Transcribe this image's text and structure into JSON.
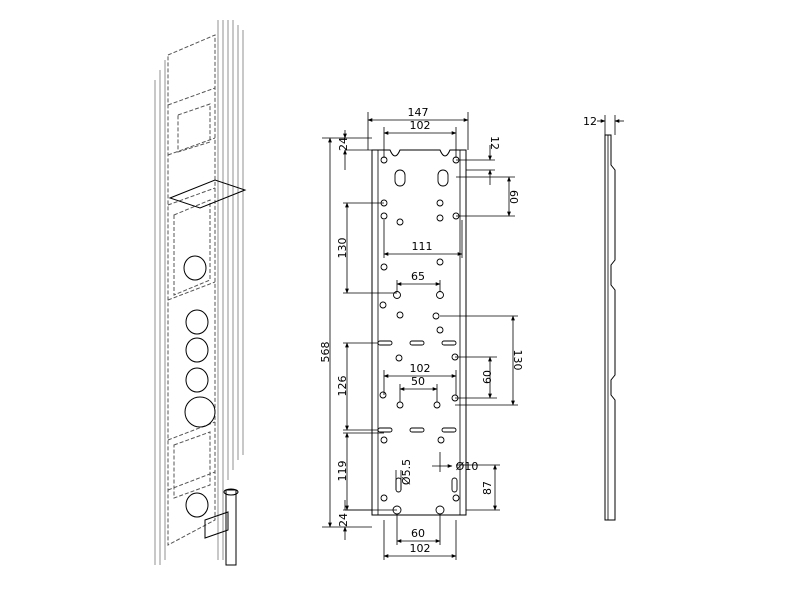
{
  "dimensions": {
    "plate_width": "147",
    "top_hole_span": "102",
    "top_offset_right": "12",
    "top_offset_left": "24",
    "right_spacing_upper": "60",
    "upper_block_height": "130",
    "upper_inner_span": "111",
    "upper_small_span": "65",
    "total_height": "568",
    "lower_block_height": "126",
    "mid_right_spacing": "60",
    "mid_right_block": "130",
    "mid_span": "102",
    "mid_small_span": "50",
    "bottom_block_height": "119",
    "small_hole_dia": "Ø5.5",
    "large_hole_dia": "Ø10",
    "bottom_right_height": "87",
    "bottom_offset_left": "24",
    "bottom_small_span": "60",
    "bottom_span": "102",
    "side_thickness": "12"
  }
}
